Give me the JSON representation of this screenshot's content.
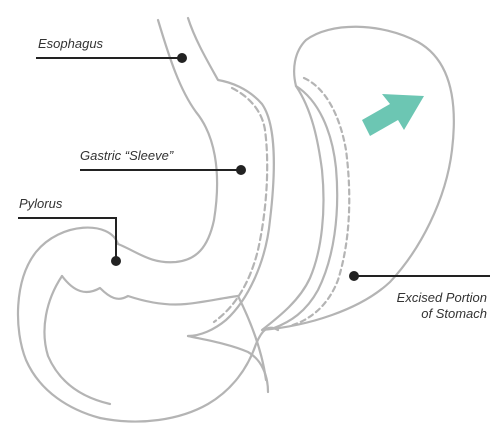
{
  "labels": {
    "esophagus": "Esophagus",
    "gastric_sleeve": "Gastric “Sleeve”",
    "pylorus": "Pylorus",
    "excised_line1": "Excised Portion",
    "excised_line2": "of Stomach"
  },
  "colors": {
    "outline": "#b4b4b4",
    "leader": "#222222",
    "arrow": "#6cc6b3",
    "text": "#333333"
  },
  "icons": {
    "arrow": "arrow-icon"
  }
}
